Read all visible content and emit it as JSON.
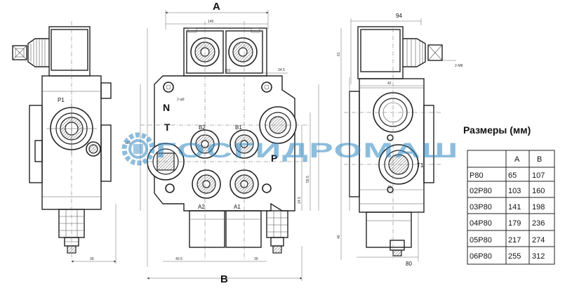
{
  "dimensions": {
    "A": "A",
    "B": "B",
    "d94": "94",
    "d80": "80",
    "d149": "149",
    "d103": "103",
    "d34_5": "34.5",
    "d105": "105",
    "d40_5": "40.5",
    "d39": "39",
    "d46": "46",
    "d42": "42",
    "d61": "61",
    "d24_5": "24.5",
    "d55_5": "55.5",
    "d2m8": "2-M8",
    "d2phi9": "2-φ9"
  },
  "port_labels": {
    "P1": "P1",
    "T1": "T1",
    "N": "N",
    "T": "T",
    "P": "P",
    "B1": "B1",
    "B2": "B2",
    "A1": "A1",
    "A2": "A2"
  },
  "watermark": "ГОСГИДРОМАШ",
  "table": {
    "title": "Размеры (мм)",
    "headers": [
      "",
      "A",
      "B"
    ],
    "rows": [
      [
        "P80",
        "65",
        "107"
      ],
      [
        "02P80",
        "103",
        "160"
      ],
      [
        "03P80",
        "141",
        "198"
      ],
      [
        "04P80",
        "179",
        "236"
      ],
      [
        "05P80",
        "217",
        "274"
      ],
      [
        "06P80",
        "255",
        "312"
      ]
    ]
  },
  "colors": {
    "watermark": "#2e86c1",
    "line": "#222222"
  }
}
